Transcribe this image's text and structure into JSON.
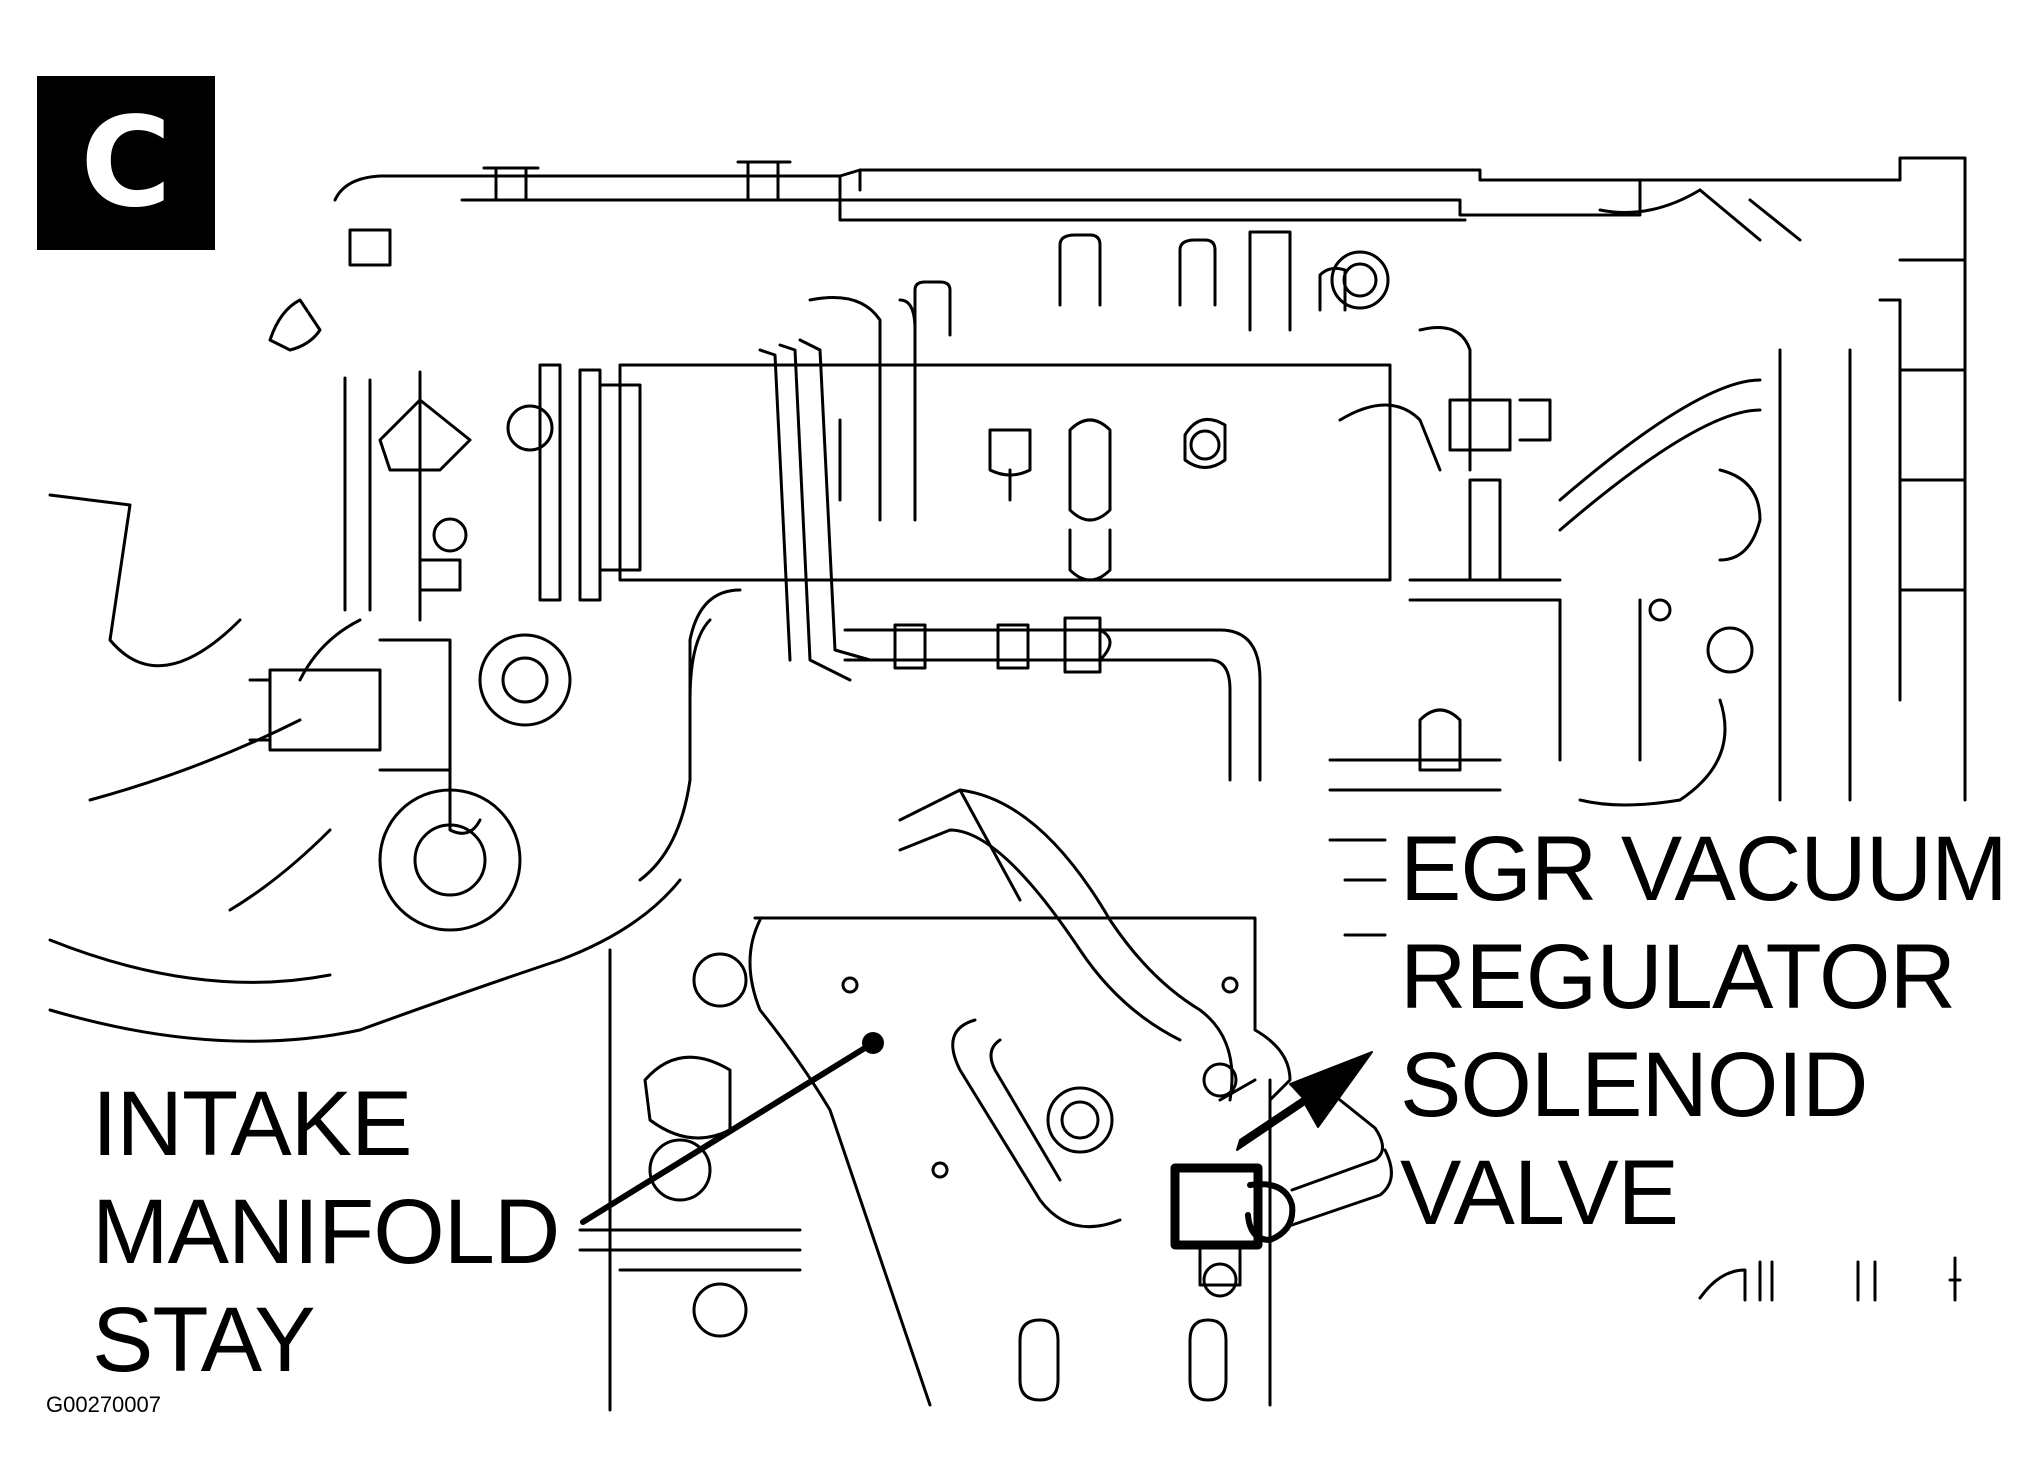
{
  "diagram": {
    "panel_letter": "C",
    "callouts": {
      "egr_valve": [
        "EGR VACUUM",
        "REGULATOR",
        "SOLENOID",
        "VALVE"
      ],
      "intake_stay": [
        "INTAKE",
        "MANIFOLD",
        "STAY"
      ]
    },
    "figure_id": "G00270007"
  },
  "colors": {
    "ink": "#000000",
    "paper": "#ffffff"
  }
}
